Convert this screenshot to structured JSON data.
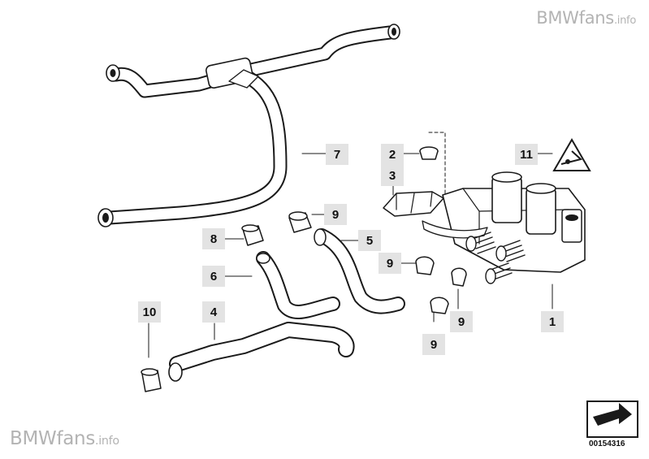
{
  "watermark": {
    "top": {
      "brand": "BMWfans",
      "suffix": ".info"
    },
    "bottom": {
      "brand": "BMWfans",
      "suffix": ".info"
    }
  },
  "callouts": [
    "7",
    "2",
    "3",
    "11",
    "9",
    "8",
    "5",
    "9",
    "6",
    "10",
    "4",
    "9",
    "9",
    "1"
  ],
  "document_number": "00154316",
  "icons": [
    "warning-triangle-icon",
    "page-turn-arrow-icon"
  ]
}
